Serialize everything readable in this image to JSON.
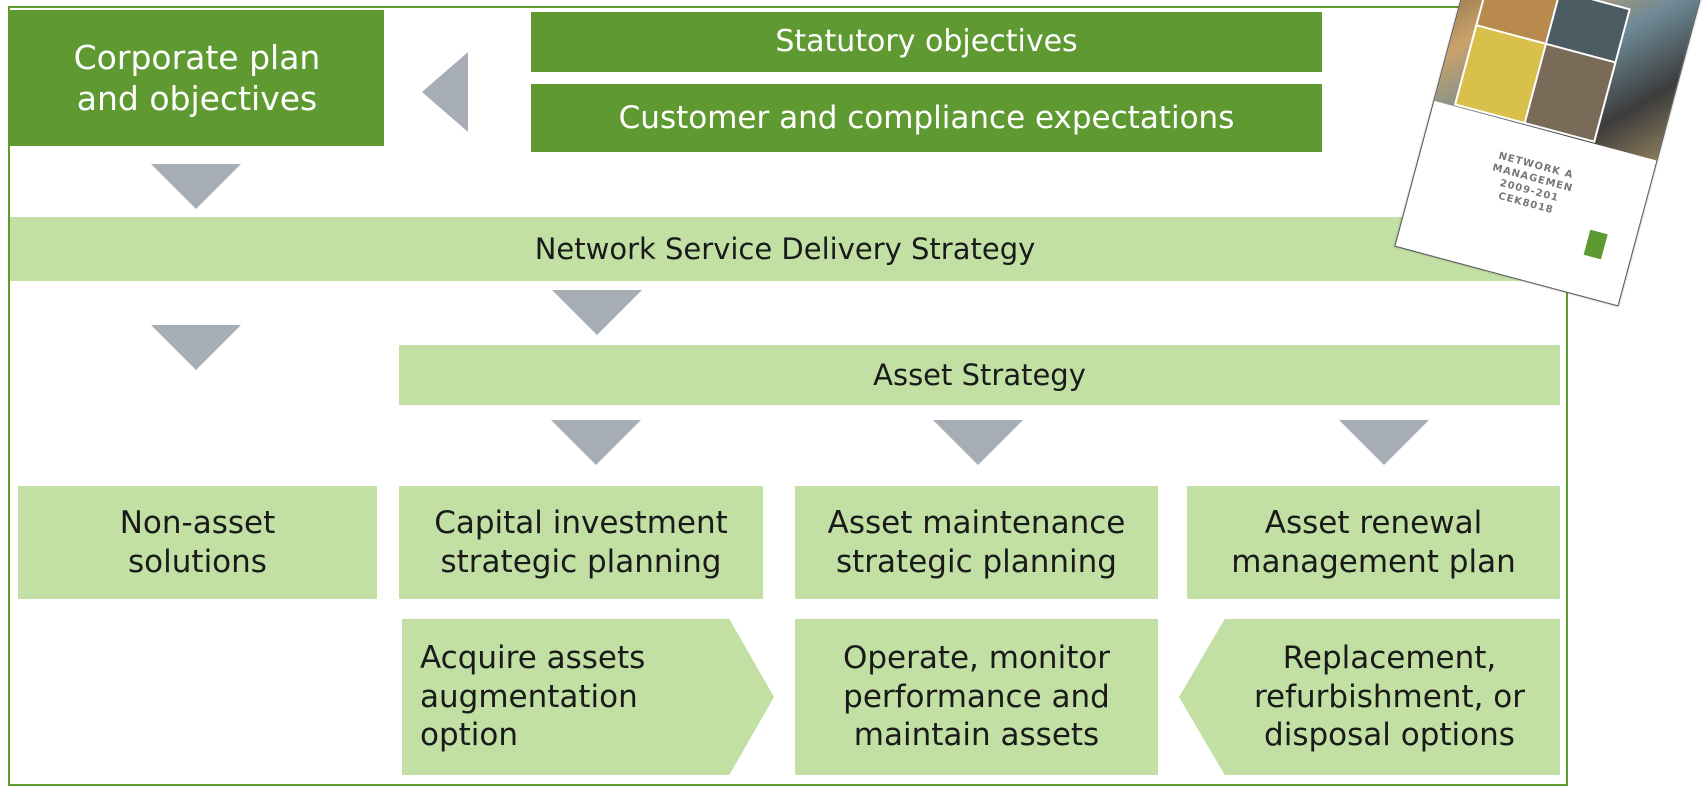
{
  "top": {
    "corporate": "Corporate plan\nand objectives",
    "statutory": "Statutory objectives",
    "customer": "Customer and compliance expectations"
  },
  "network_strategy": "Network Service Delivery Strategy",
  "asset_strategy": "Asset Strategy",
  "planning": {
    "non_asset": "Non-asset\nsolutions",
    "capital": "Capital investment\nstrategic planning",
    "maintenance": "Asset maintenance\nstrategic planning",
    "renewal": "Asset renewal\nmanagement plan"
  },
  "actions": {
    "acquire": "Acquire assets\naugmentation\noption",
    "operate": "Operate, monitor\nperformance and\nmaintain assets",
    "replace": "Replacement,\nrefurbishment, or\ndisposal options"
  },
  "document_cover": {
    "text": "NETWORK A\nMANAGEMEN\n2009-201\nCEK8018"
  },
  "colors": {
    "dark_green": "#5e9a31",
    "light_green": "#c2e0a3",
    "arrow_grey": "#a6adb5"
  }
}
